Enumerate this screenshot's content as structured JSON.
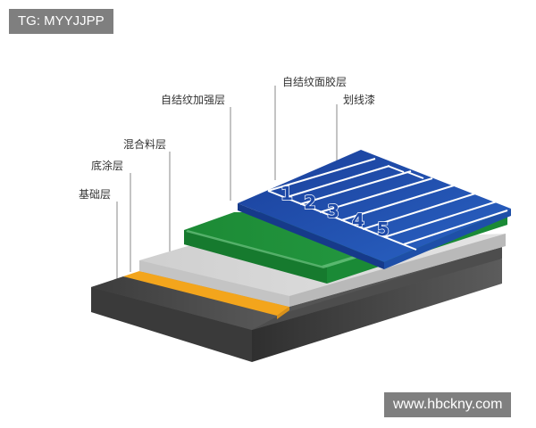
{
  "watermark_top": "TG: MYYJJPP",
  "watermark_bottom": "www.hbckny.com",
  "layers": [
    {
      "id": "base",
      "label": "基础层",
      "color": "#4a4a4a"
    },
    {
      "id": "primer",
      "label": "底涂层",
      "color": "#f3a51c"
    },
    {
      "id": "mixture",
      "label": "混合料层",
      "color": "#d6d6d6"
    },
    {
      "id": "reinforce",
      "label": "自结纹加强层",
      "color": "#1f8f3a"
    },
    {
      "id": "surface",
      "label": "自结纹面胶层",
      "color": "#1d4fb0"
    },
    {
      "id": "marking",
      "label": "划线漆",
      "color": "#ffffff"
    }
  ],
  "lane_numbers": [
    "1",
    "2",
    "3",
    "4",
    "5"
  ]
}
